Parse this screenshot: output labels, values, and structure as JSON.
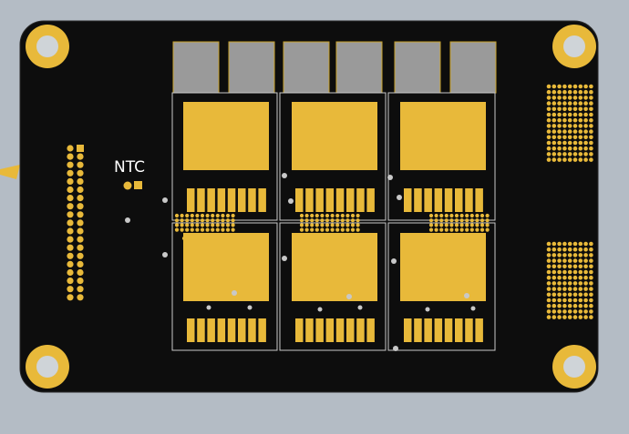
{
  "board": {
    "silkscreen_label": "NTC",
    "colors": {
      "background": "#b4bcc5",
      "board": "#0d0d0d",
      "board_edge": "#2a2a2a",
      "gold": "#e8b93a",
      "gold_dark": "#c99a22",
      "via": "#c8c8c8",
      "silk": "#ffffff",
      "outline": "#c9c9c9",
      "grey_pad": "#9a9a9a"
    },
    "power_module_count": 6,
    "mounting_hole_count": 4
  }
}
